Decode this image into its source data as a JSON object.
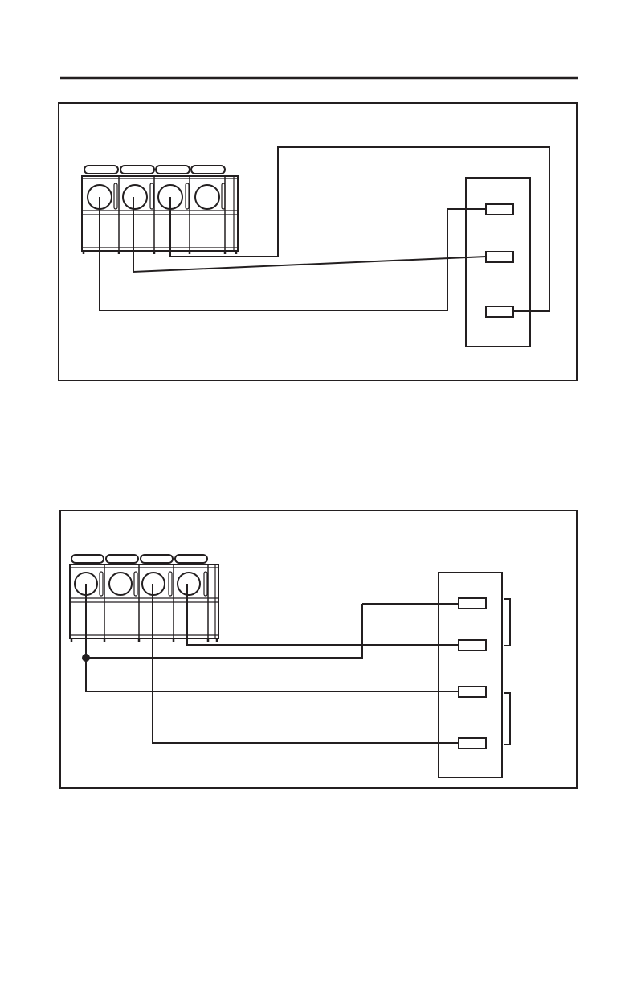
{
  "page": {
    "background": "#ffffff",
    "ink_color": "#231f20"
  },
  "diagrams": [
    {
      "name": "wiring-diagram-1",
      "terminal_block": {
        "positions": 4,
        "screws_connected": [
          1,
          2,
          3
        ]
      },
      "device": {
        "terminals": 3
      },
      "connections": [
        {
          "from_screw": 1,
          "to_terminal": 1
        },
        {
          "from_screw": 2,
          "to_terminal": 2
        },
        {
          "from_screw": 3,
          "to_terminal": 3
        }
      ]
    },
    {
      "name": "wiring-diagram-2",
      "terminal_block": {
        "positions": 4,
        "screws_connected": [
          1,
          3,
          4
        ]
      },
      "device": {
        "terminals": 4,
        "brackets": 2
      },
      "junction": true,
      "connections": [
        {
          "from_screw": 1,
          "to_terminal": 1,
          "via_junction": true
        },
        {
          "from_screw": 4,
          "to_terminal": 2
        },
        {
          "from_screw": 1,
          "to_terminal": 3,
          "via_junction": true
        },
        {
          "from_screw": 3,
          "to_terminal": 4
        }
      ]
    }
  ]
}
